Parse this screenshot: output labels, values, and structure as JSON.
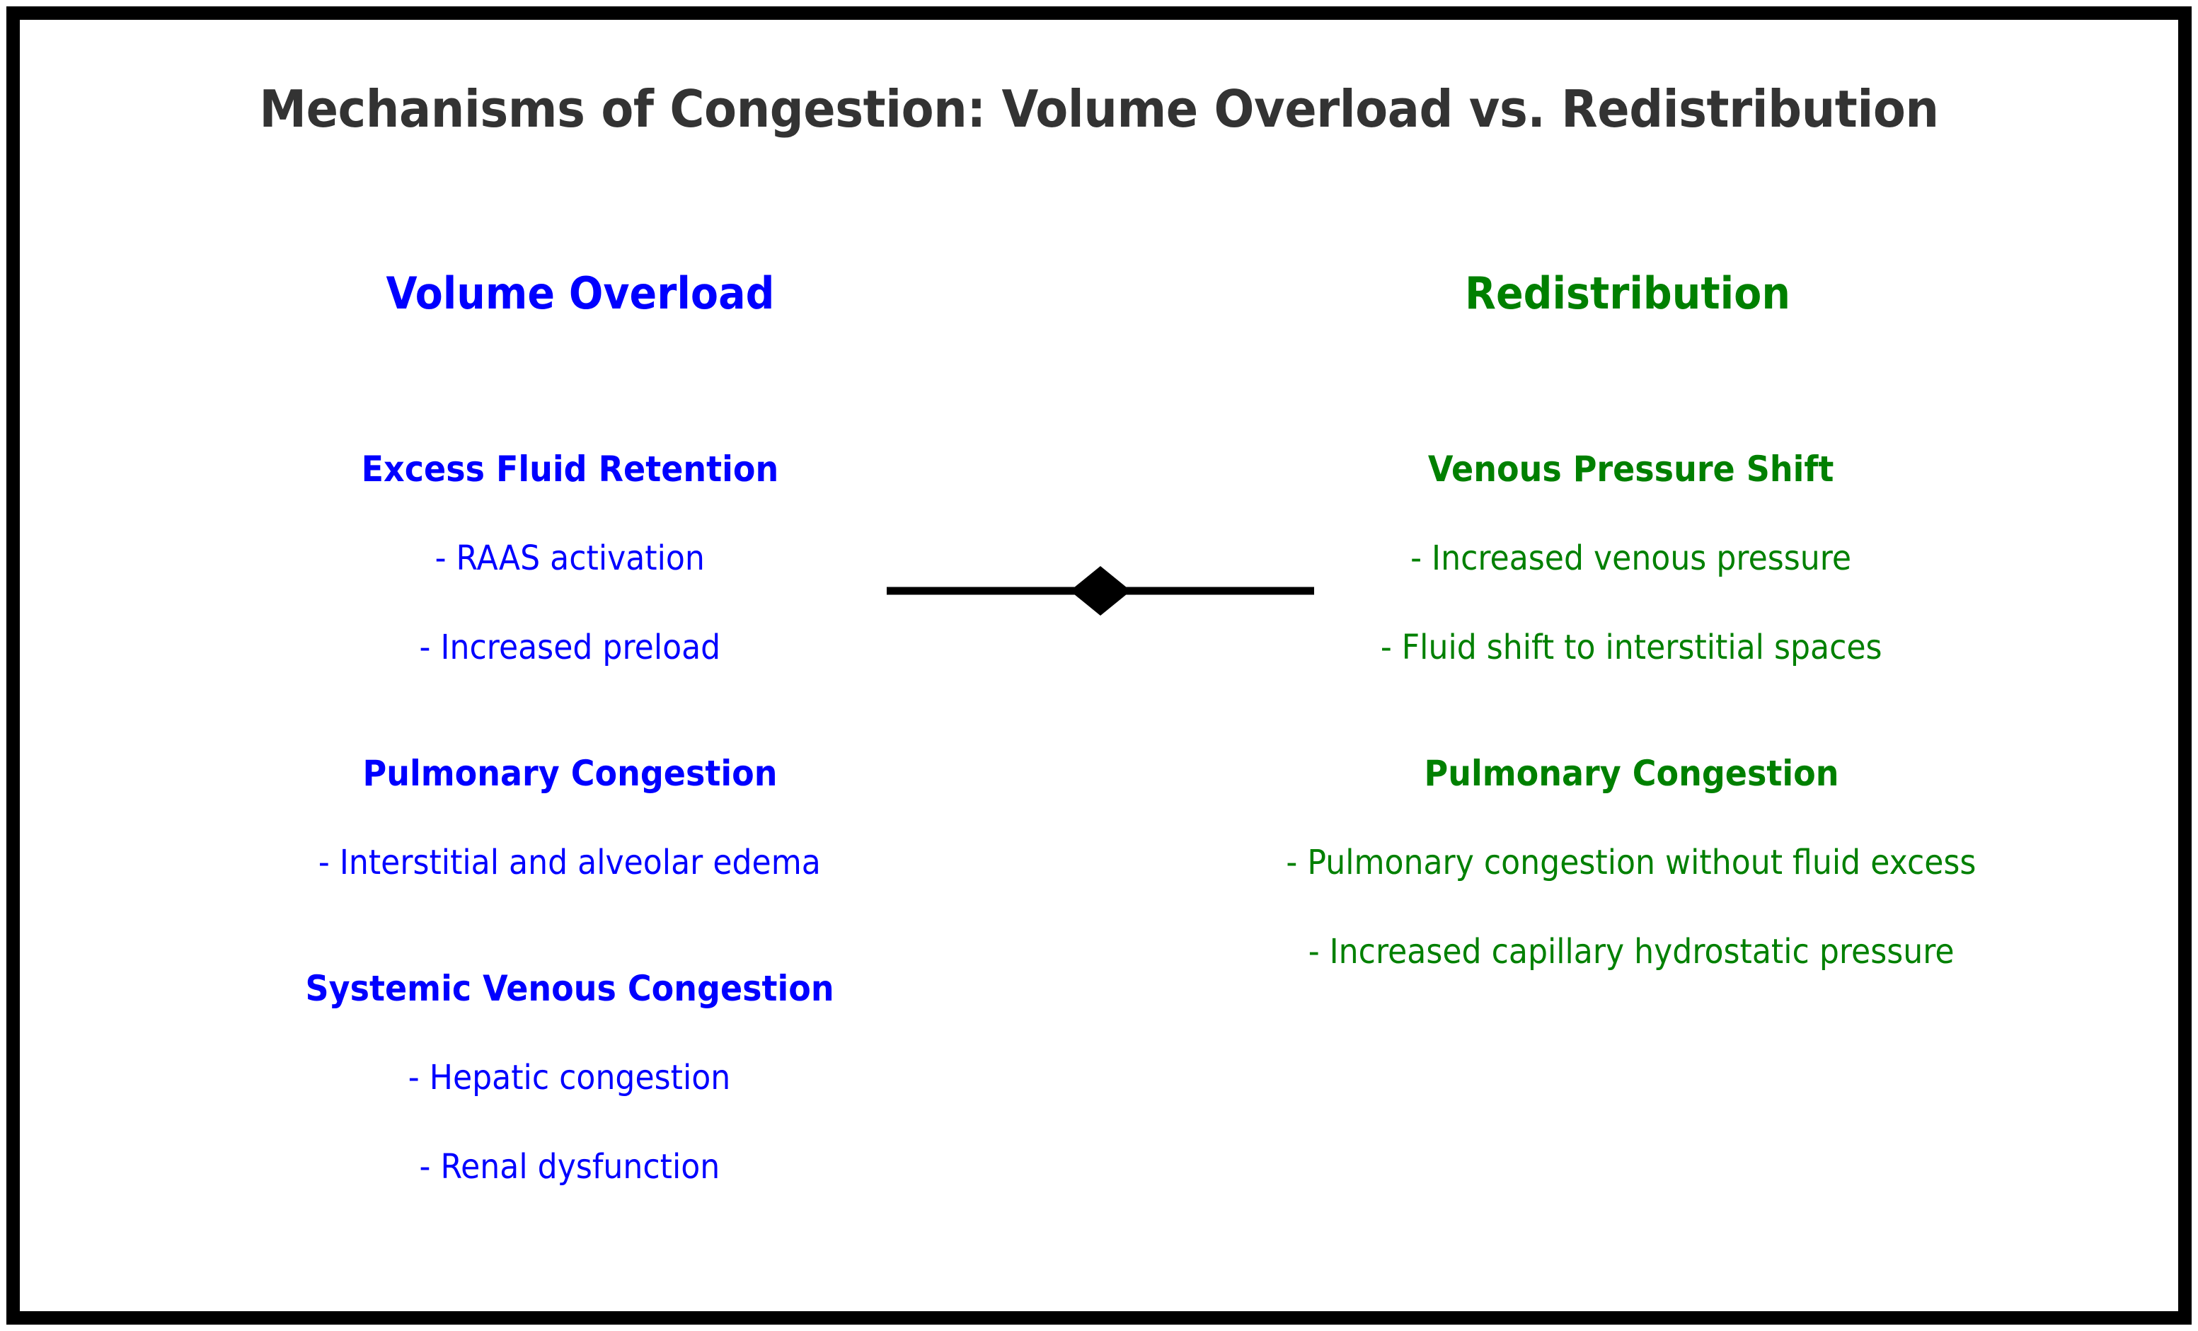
{
  "figure": {
    "title": "Mechanisms of Congestion: Volume Overload vs. Redistribution",
    "title_color": "#333333",
    "background": "#ffffff",
    "border_color": "#000000"
  },
  "columns": {
    "left": {
      "header": "Volume Overload",
      "color": "#0000ff",
      "sections": [
        {
          "title": "Excess Fluid Retention",
          "items": [
            "- RAAS activation",
            "- Increased preload"
          ]
        },
        {
          "title": "Pulmonary Congestion",
          "items": [
            "- Interstitial and alveolar edema"
          ]
        },
        {
          "title": "Systemic Venous Congestion",
          "items": [
            "- Hepatic congestion",
            "- Renal dysfunction"
          ]
        }
      ]
    },
    "right": {
      "header": "Redistribution",
      "color": "#008000",
      "sections": [
        {
          "title": "Venous Pressure Shift",
          "items": [
            "- Increased venous pressure",
            "- Fluid shift to interstitial spaces"
          ]
        },
        {
          "title": "Pulmonary Congestion",
          "items": [
            "- Pulmonary congestion without fluid excess",
            "- Increased capillary hydrostatic pressure"
          ]
        }
      ]
    }
  },
  "connector": {
    "name": "volume-overload-redistribution-link",
    "color": "#000000",
    "marker": "diamond"
  }
}
